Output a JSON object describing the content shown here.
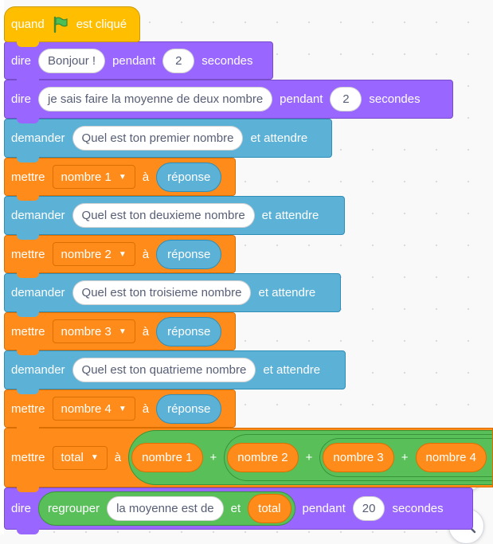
{
  "events": {
    "when": "quand",
    "clicked": "est cliqué",
    "flag_icon": "green-flag-icon"
  },
  "say1": {
    "say": "dire",
    "message": "Bonjour !",
    "for": "pendant",
    "secs": "2",
    "seconds": "secondes"
  },
  "say2": {
    "say": "dire",
    "message": "je sais faire la moyenne de deux nombre",
    "for": "pendant",
    "secs": "2",
    "seconds": "secondes"
  },
  "ask1": {
    "ask": "demander",
    "question": "Quel est ton premier nombre",
    "wait": "et attendre"
  },
  "set1": {
    "set": "mettre",
    "variable": "nombre 1",
    "to": "à",
    "value": "réponse"
  },
  "ask2": {
    "ask": "demander",
    "question": "Quel est ton deuxieme nombre",
    "wait": "et attendre"
  },
  "set2": {
    "set": "mettre",
    "variable": "nombre 2",
    "to": "à",
    "value": "réponse"
  },
  "ask3": {
    "ask": "demander",
    "question": "Quel est ton troisieme nombre",
    "wait": "et attendre"
  },
  "set3": {
    "set": "mettre",
    "variable": "nombre 3",
    "to": "à",
    "value": "réponse"
  },
  "ask4": {
    "ask": "demander",
    "question": "Quel est ton quatrieme nombre",
    "wait": "et attendre"
  },
  "set4": {
    "set": "mettre",
    "variable": "nombre 4",
    "to": "à",
    "value": "réponse"
  },
  "settotal": {
    "set": "mettre",
    "variable": "total",
    "to": "à",
    "op1": "nombre 1",
    "plus1": "+",
    "op2": "nombre 2",
    "plus2": "+",
    "op3": "nombre 3",
    "plus3": "+",
    "op4": "nombre 4"
  },
  "say3": {
    "say": "dire",
    "join": "regrouper",
    "text": "la moyenne est de",
    "and": "et",
    "var": "total",
    "for": "pendant",
    "secs": "20",
    "seconds": "secondes"
  },
  "zoom": {
    "in_icon": "zoom-in-icon",
    "out_icon": "zoom-out-icon"
  },
  "colors": {
    "events": "#ffbf00",
    "looks": "#9966ff",
    "sensing": "#5cb1d6",
    "variables": "#ff8c1a",
    "operators": "#59c059"
  }
}
